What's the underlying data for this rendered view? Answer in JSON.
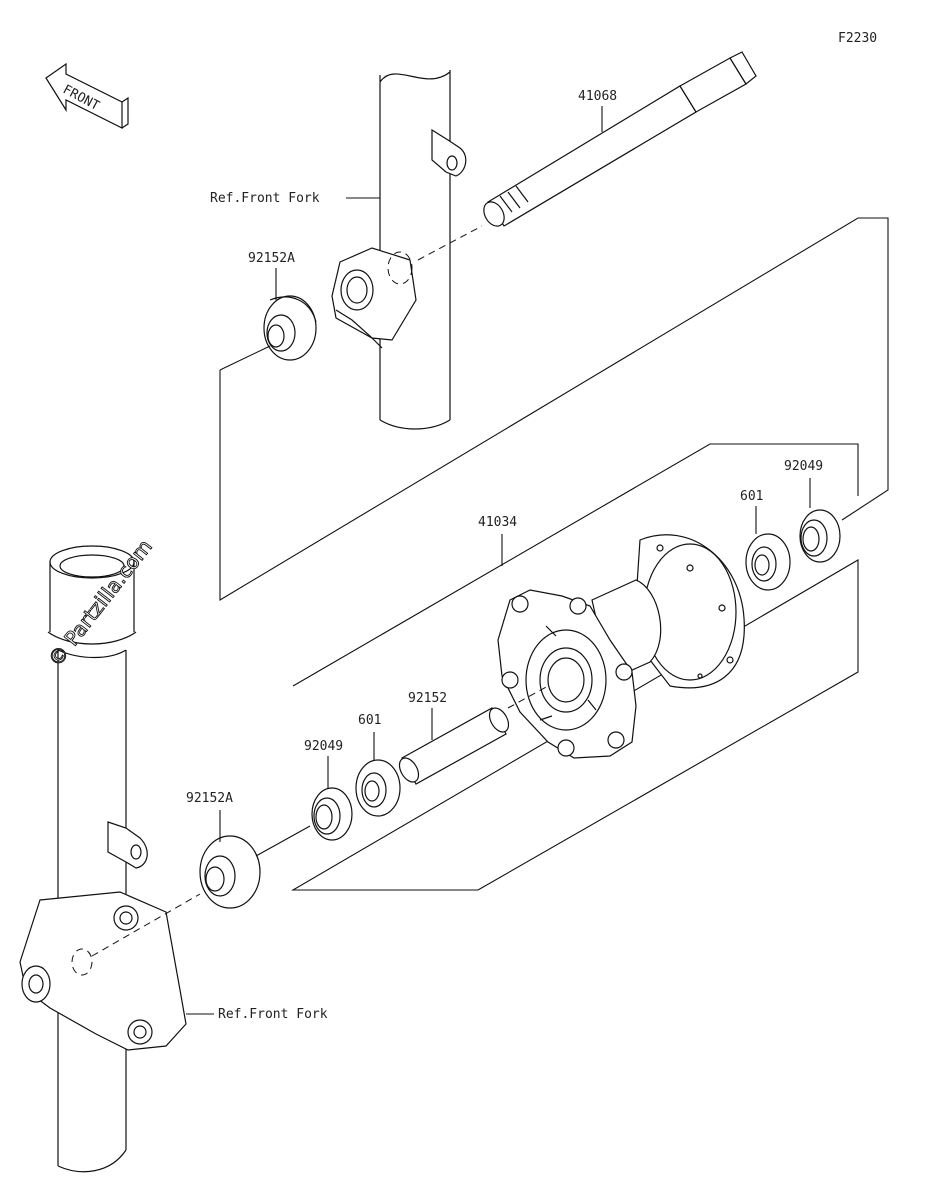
{
  "diagram_code": "F2230",
  "watermark": "© Partzilla.com",
  "front_badge": "FRONT",
  "labels": {
    "axle": "41068",
    "ref_front_fork_top": "Ref.Front Fork",
    "collar_top": "92152A",
    "hub": "41034",
    "bearing_right": "601",
    "seal_right": "92049",
    "spacer": "92152",
    "bearing_left": "601",
    "seal_left": "92049",
    "collar_bottom": "92152A",
    "ref_front_fork_bottom": "Ref.Front Fork"
  }
}
